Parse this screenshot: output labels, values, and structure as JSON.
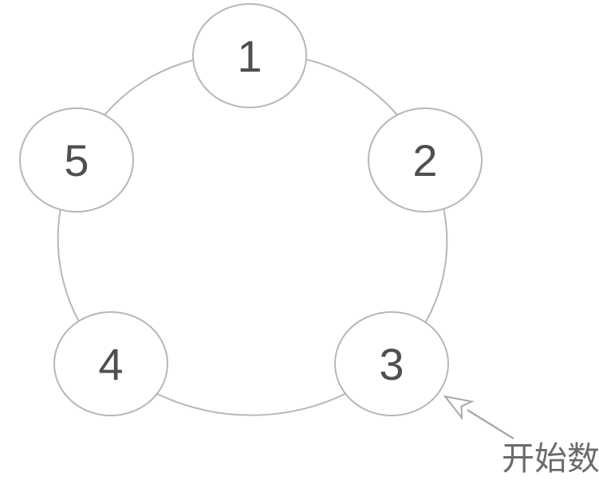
{
  "figure": {
    "background_color": "#ffffff",
    "ring": {
      "stroke_color": "#b7b7b7"
    },
    "node_style": {
      "fill_color": "#ffffff",
      "stroke_color": "#b7b7b7",
      "number_color": "#4f4f4f"
    },
    "nodes": [
      {
        "label": "1",
        "position": "top"
      },
      {
        "label": "2",
        "position": "right"
      },
      {
        "label": "3",
        "position": "bottom-right"
      },
      {
        "label": "4",
        "position": "bottom-left"
      },
      {
        "label": "5",
        "position": "left"
      }
    ],
    "annotation": {
      "label": "开始数",
      "target_node": "3",
      "text_color": "#6b6b6b",
      "arrow_color": "#a8a8a8"
    }
  }
}
